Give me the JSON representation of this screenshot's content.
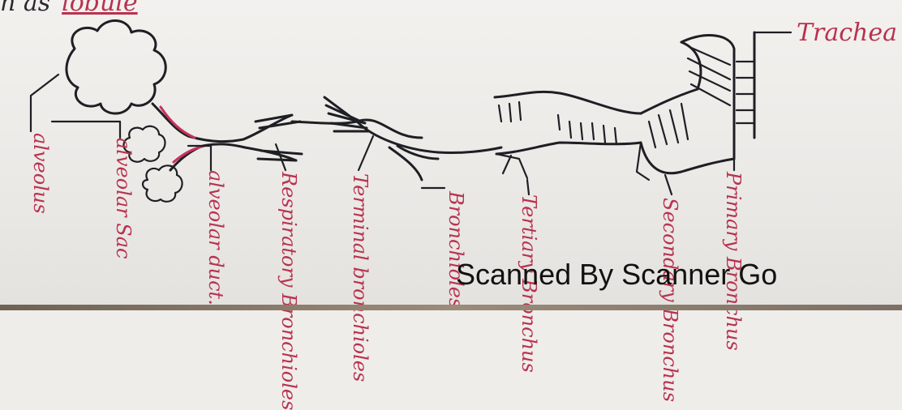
{
  "header_text": {
    "prefix": "n as",
    "underlined": "lobule"
  },
  "labels": {
    "trachea": "Trachea",
    "primary_bronchus": "Primary Bronchus",
    "secondary_bronchus": "Secondary Bronchus",
    "tertiary_bronchus": "Tertiary Bronchus",
    "bronchioles": "Bronchioles",
    "terminal_bronchioles": "Terminal bronchioles",
    "respiratory_bronchioles": "Respiratory Bronchioles",
    "alveolar_duct": "alveolar duct.",
    "alveolar_sac": "alveolar Sac",
    "alveolus": "alveolus"
  },
  "watermark": "Scanned By Scanner Go",
  "colors": {
    "ink": "#1e1f24",
    "label": "#b8324f",
    "paper": "#efedea"
  }
}
